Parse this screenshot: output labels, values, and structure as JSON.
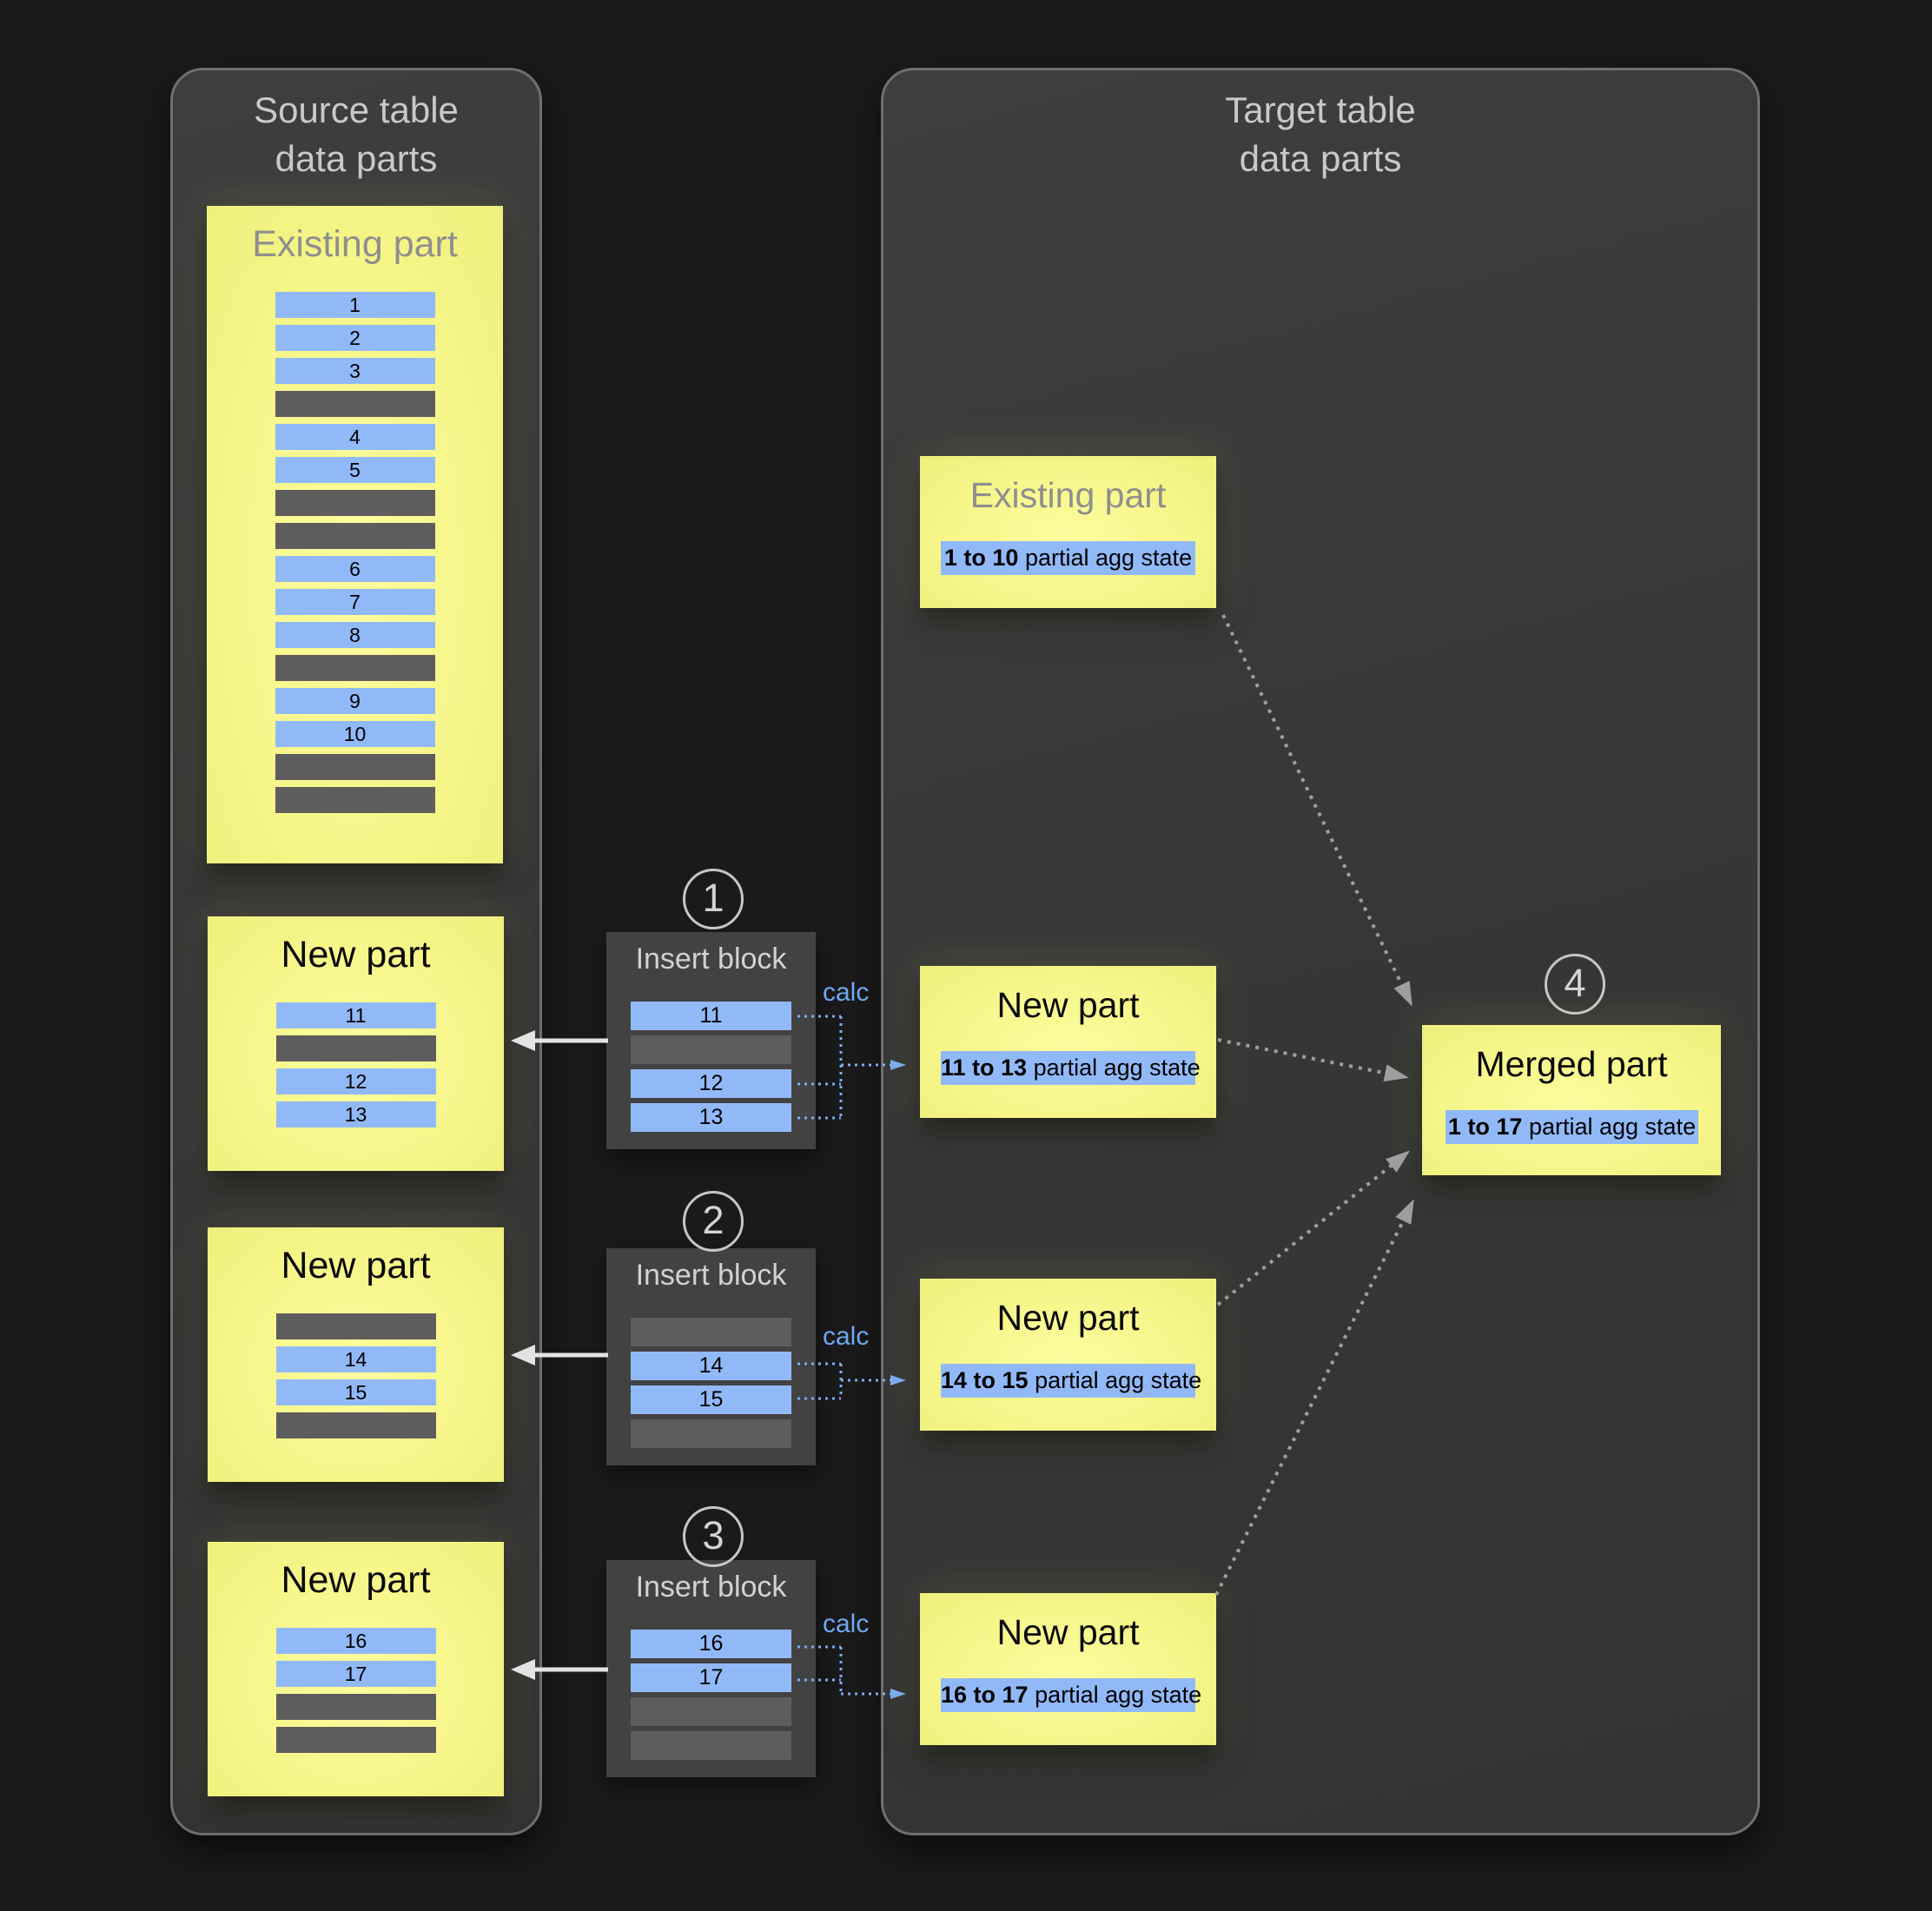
{
  "source_panel": {
    "title_line1": "Source table",
    "title_line2": "data parts"
  },
  "target_panel": {
    "title_line1": "Target table",
    "title_line2": "data parts"
  },
  "source_existing": {
    "title": "Existing part",
    "rows": [
      {
        "type": "data",
        "value": "1"
      },
      {
        "type": "data",
        "value": "2"
      },
      {
        "type": "data",
        "value": "3"
      },
      {
        "type": "empty",
        "value": ""
      },
      {
        "type": "data",
        "value": "4"
      },
      {
        "type": "data",
        "value": "5"
      },
      {
        "type": "empty",
        "value": ""
      },
      {
        "type": "empty",
        "value": ""
      },
      {
        "type": "data",
        "value": "6"
      },
      {
        "type": "data",
        "value": "7"
      },
      {
        "type": "data",
        "value": "8"
      },
      {
        "type": "empty",
        "value": ""
      },
      {
        "type": "data",
        "value": "9"
      },
      {
        "type": "data",
        "value": "10"
      },
      {
        "type": "empty",
        "value": ""
      },
      {
        "type": "empty",
        "value": ""
      }
    ]
  },
  "source_new_parts": [
    {
      "title": "New part",
      "rows": [
        {
          "type": "data",
          "value": "11"
        },
        {
          "type": "empty",
          "value": ""
        },
        {
          "type": "data",
          "value": "12"
        },
        {
          "type": "data",
          "value": "13"
        }
      ]
    },
    {
      "title": "New part",
      "rows": [
        {
          "type": "empty",
          "value": ""
        },
        {
          "type": "data",
          "value": "14"
        },
        {
          "type": "data",
          "value": "15"
        },
        {
          "type": "empty",
          "value": ""
        }
      ]
    },
    {
      "title": "New part",
      "rows": [
        {
          "type": "data",
          "value": "16"
        },
        {
          "type": "data",
          "value": "17"
        },
        {
          "type": "empty",
          "value": ""
        },
        {
          "type": "empty",
          "value": ""
        }
      ]
    }
  ],
  "insert_blocks": [
    {
      "number": "1",
      "title": "Insert block",
      "calc_label": "calc",
      "rows": [
        {
          "type": "data",
          "value": "11"
        },
        {
          "type": "empty",
          "value": ""
        },
        {
          "type": "data",
          "value": "12"
        },
        {
          "type": "data",
          "value": "13"
        }
      ]
    },
    {
      "number": "2",
      "title": "Insert block",
      "calc_label": "calc",
      "rows": [
        {
          "type": "empty",
          "value": ""
        },
        {
          "type": "data",
          "value": "14"
        },
        {
          "type": "data",
          "value": "15"
        },
        {
          "type": "empty",
          "value": ""
        }
      ]
    },
    {
      "number": "3",
      "title": "Insert block",
      "calc_label": "calc",
      "rows": [
        {
          "type": "data",
          "value": "16"
        },
        {
          "type": "data",
          "value": "17"
        },
        {
          "type": "empty",
          "value": ""
        },
        {
          "type": "empty",
          "value": ""
        }
      ]
    }
  ],
  "target_existing": {
    "title": "Existing part",
    "range": "1 to 10",
    "label_rest": " partial agg state"
  },
  "target_new_parts": [
    {
      "title": "New part",
      "range": "11 to 13",
      "label_rest": " partial agg state"
    },
    {
      "title": "New part",
      "range": "14 to 15",
      "label_rest": " partial agg state"
    },
    {
      "title": "New part",
      "range": "16 to 17",
      "label_rest": " partial agg state"
    }
  ],
  "merged_part": {
    "number": "4",
    "title": "Merged part",
    "range": "1 to 17",
    "label_rest": " partial agg state"
  },
  "colors": {
    "page_bg": "#1a1a1a",
    "panel_bg": "#383838",
    "part_yellow": "#f6f68c",
    "row_blue": "#92b9f7",
    "row_gray": "#5d5d5d",
    "calc_blue": "#6fa7f2",
    "dotted_gray": "#9e9e9e",
    "arrow_white": "#e3e3e3"
  }
}
